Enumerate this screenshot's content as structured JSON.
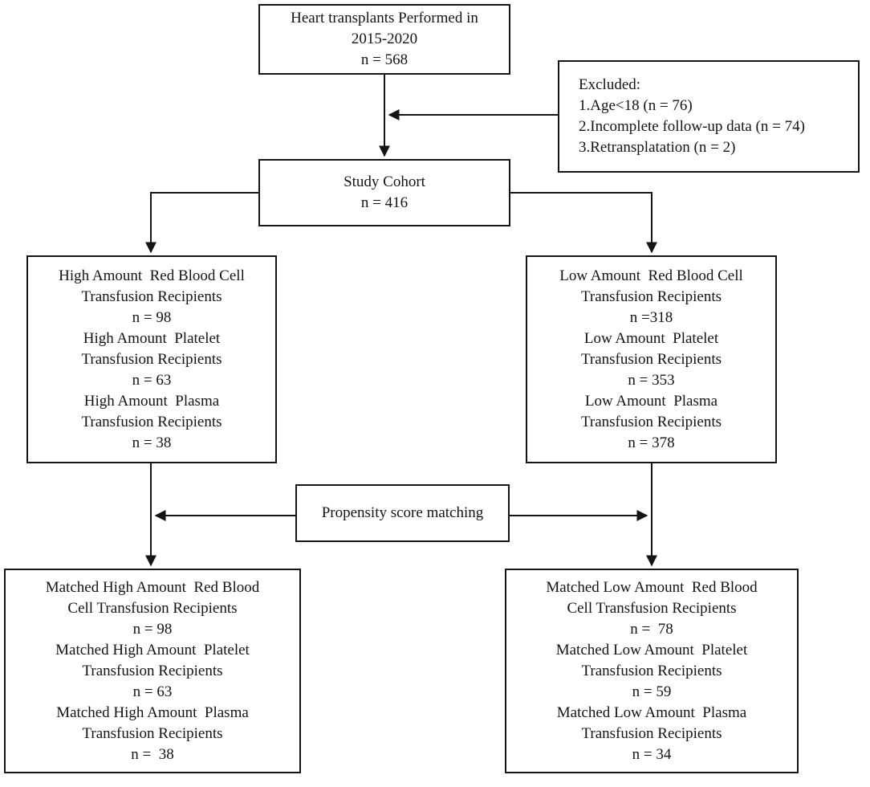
{
  "figure": {
    "type": "flowchart",
    "title": "Heart transplant transfusion study cohort flow diagram"
  },
  "colors": {
    "background": "#ffffff",
    "line": "#141414",
    "border": "#141414",
    "text": "#141414"
  },
  "boxes": {
    "top": {
      "lines": [
        "Heart transplants Performed in",
        "2015-2020",
        "n = 568"
      ]
    },
    "excluded": {
      "lines": [
        "Excluded:",
        "1.Age<18 (n = 76)",
        "2.Incomplete follow-up data (n = 74)",
        "3.Retransplatation (n = 2)"
      ]
    },
    "cohort": {
      "lines": [
        "Study Cohort",
        "n = 416"
      ]
    },
    "high": {
      "lines": [
        "High Amount  Red Blood Cell",
        "Transfusion Recipients",
        "n = 98",
        "High Amount  Platelet",
        "Transfusion Recipients",
        "n = 63",
        "High Amount  Plasma",
        "Transfusion Recipients",
        "n = 38"
      ]
    },
    "low": {
      "lines": [
        "Low Amount  Red Blood Cell",
        "Transfusion Recipients",
        "n =318",
        "Low Amount  Platelet",
        "Transfusion Recipients",
        "n = 353",
        "Low Amount  Plasma",
        "Transfusion Recipients",
        "n = 378"
      ]
    },
    "matching": {
      "lines": [
        "Propensity score matching"
      ]
    },
    "matched_high": {
      "lines": [
        "Matched High Amount  Red Blood",
        "Cell Transfusion Recipients",
        "n = 98",
        "Matched High Amount  Platelet",
        "Transfusion Recipients",
        "n = 63",
        "Matched High Amount  Plasma",
        "Transfusion Recipients",
        "n =  38"
      ]
    },
    "matched_low": {
      "lines": [
        "Matched Low Amount  Red Blood",
        "Cell Transfusion Recipients",
        "n =  78",
        "Matched Low Amount  Platelet",
        "Transfusion Recipients",
        "n = 59",
        "Matched Low Amount  Plasma",
        "Transfusion Recipients",
        "n = 34"
      ]
    }
  }
}
